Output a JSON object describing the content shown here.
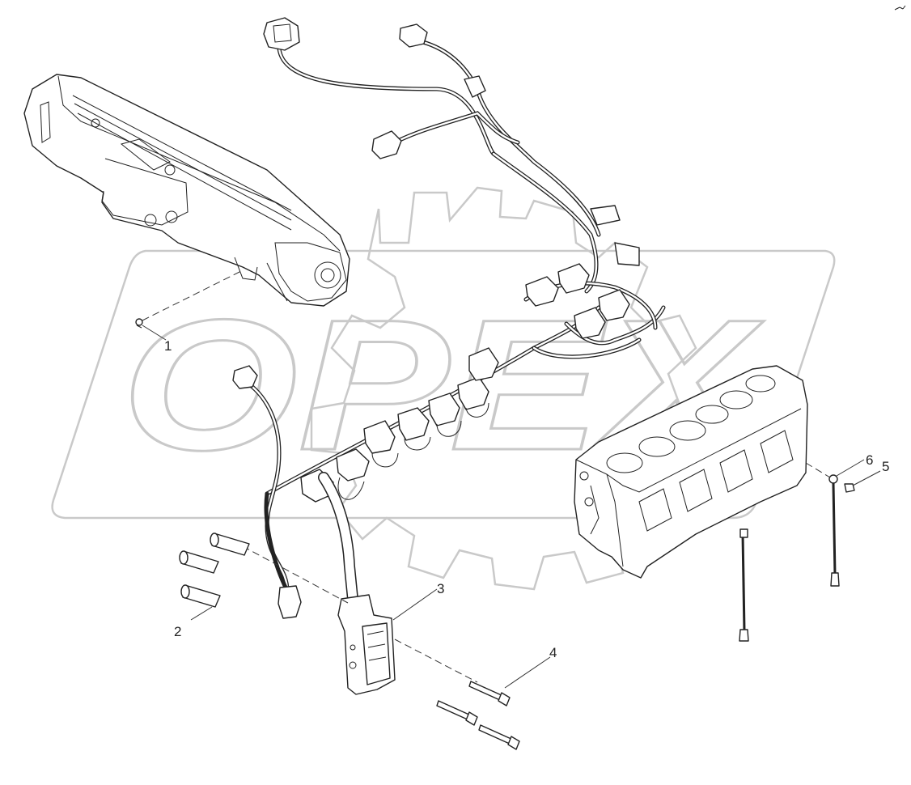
{
  "watermark": {
    "logo_text": "OPEX"
  },
  "callouts": [
    {
      "id": "1",
      "label": "1"
    },
    {
      "id": "2",
      "label": "2"
    },
    {
      "id": "3",
      "label": "3"
    },
    {
      "id": "4",
      "label": "4"
    },
    {
      "id": "5",
      "label": "5"
    },
    {
      "id": "6",
      "label": "6"
    }
  ],
  "colors": {
    "line": "#222222",
    "watermark": "#c9c9c9",
    "background": "#ffffff"
  }
}
